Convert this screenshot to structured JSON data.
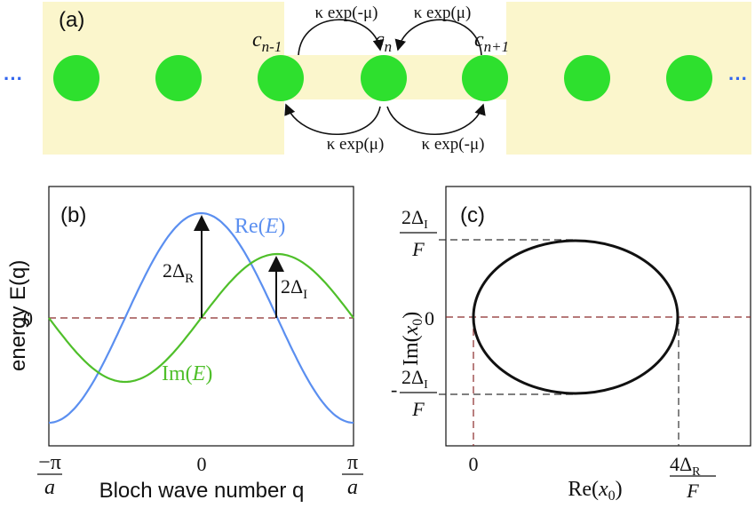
{
  "panel_a": {
    "label": "(a)",
    "ellipsis_left": "···",
    "ellipsis_right": "···",
    "site_labels": [
      {
        "base": "c",
        "sub": "n-1"
      },
      {
        "base": "c",
        "sub": "n"
      },
      {
        "base": "c",
        "sub": "n+1"
      }
    ],
    "couplings": {
      "top_left": "κ exp(-μ)",
      "top_right": "κ exp(μ)",
      "bottom_left": "κ exp(μ)",
      "bottom_right": "κ exp(-μ)"
    },
    "colors": {
      "background": "#fbf6cc",
      "site": "#2ee02e",
      "ellipsis": "#3366ee"
    }
  },
  "panel_b": {
    "label": "(b)",
    "y_axis_label": "energy E(q)",
    "x_axis_label": "Bloch wave number q",
    "y_tick_zero": "0",
    "x_ticks": {
      "left_num": "−π",
      "left_den": "a",
      "center": "0",
      "right_num": "π",
      "right_den": "a"
    },
    "re_label": {
      "pre": "Re(",
      "var": "E",
      "post": ")"
    },
    "im_label": {
      "pre": "Im(",
      "var": "E",
      "post": ")"
    },
    "delta_r_label": {
      "main": "2Δ",
      "sub": "R"
    },
    "delta_i_label": {
      "main": "2Δ",
      "sub": "I"
    },
    "colors": {
      "re": "#5b8ff0",
      "im": "#4fbf2a",
      "zero_line": "#8a2a2a"
    }
  },
  "panel_c": {
    "label": "(c)",
    "y_axis_label": {
      "pre": "Im(",
      "var": "x",
      "sub": "0",
      "post": ")"
    },
    "x_axis_label": {
      "pre": "Re(",
      "var": "x",
      "sub": "0",
      "post": ")"
    },
    "y_ticks": {
      "top_num": "2Δ",
      "top_sub": "I",
      "top_den": "F",
      "zero": "0",
      "bottom_minus": "-",
      "bottom_num": "2Δ",
      "bottom_sub": "I",
      "bottom_den": "F"
    },
    "x_ticks": {
      "zero": "0",
      "right_num": "4Δ",
      "right_sub": "R",
      "right_den": "F"
    },
    "colors": {
      "ellipse": "#111111",
      "dashed": "#8a2a2a"
    }
  }
}
